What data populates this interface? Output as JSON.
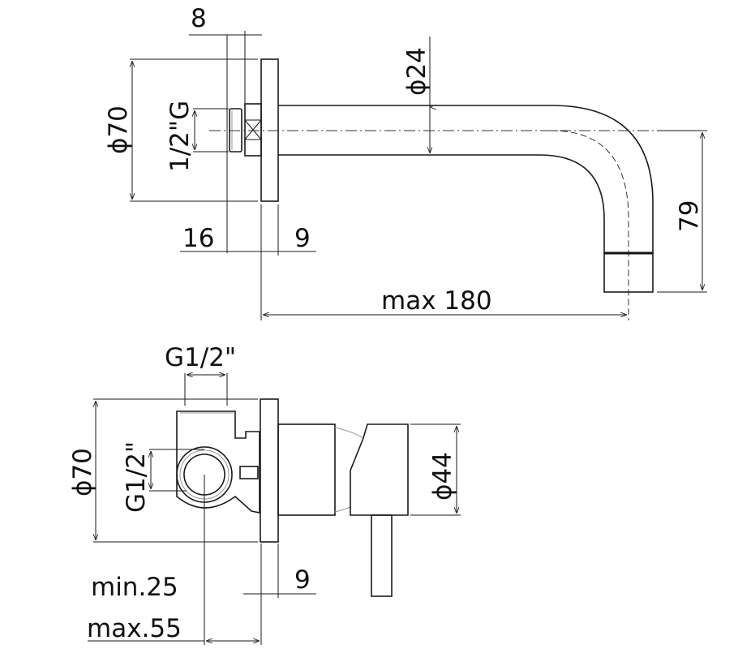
{
  "top_view": {
    "dim_8": "8",
    "dim_d70": "ϕ70",
    "dim_thread": "1/2\"G",
    "dim_d24": "ϕ24",
    "dim_16": "16",
    "dim_9": "9",
    "dim_79": "79",
    "dim_max180": "max 180"
  },
  "bottom_view": {
    "dim_g12_top": "G1/2\"",
    "dim_d70": "ϕ70",
    "dim_g12_side": "G1/2\"",
    "dim_d44": "ϕ44",
    "dim_9": "9",
    "dim_min25": "min.25",
    "dim_max55": "max.55"
  }
}
